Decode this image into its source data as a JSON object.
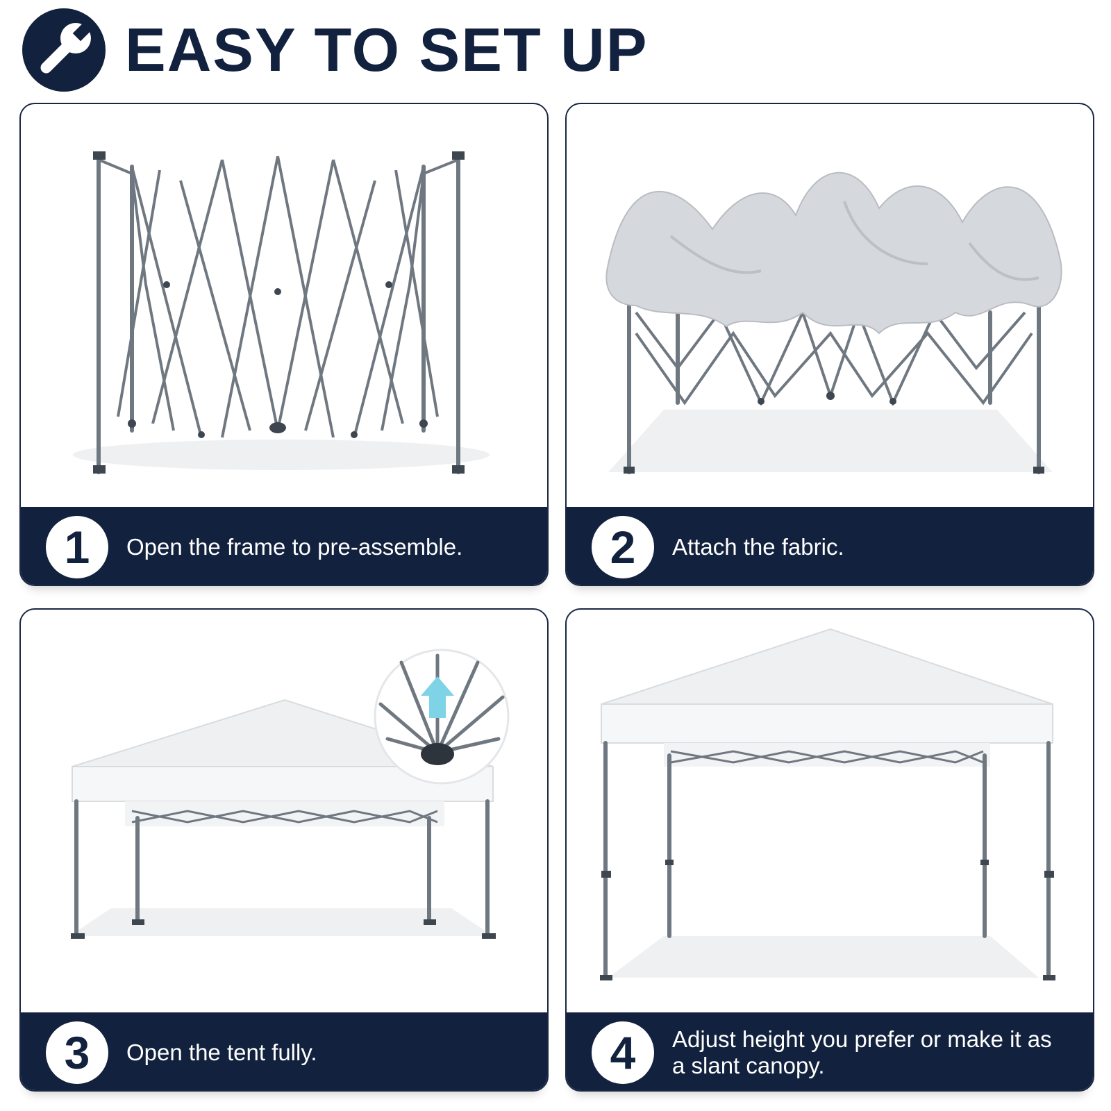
{
  "header": {
    "title": "EASY TO SET UP",
    "icon": "wrench-icon"
  },
  "colors": {
    "navy": "#12213d",
    "frame_gray": "#6f7780",
    "canopy_white": "#f1f2f4",
    "fabric_silver": "#d5d8dc"
  },
  "steps": [
    {
      "number": "1",
      "text": "Open the frame to pre-assemble.",
      "image": "folded-frame"
    },
    {
      "number": "2",
      "text": "Attach the fabric.",
      "image": "frame-with-fabric"
    },
    {
      "number": "3",
      "text": "Open the tent fully.",
      "image": "opened-tent-with-hub-detail"
    },
    {
      "number": "4",
      "text": "Adjust height you prefer or make it as a slant canopy.",
      "image": "raised-tent"
    }
  ]
}
